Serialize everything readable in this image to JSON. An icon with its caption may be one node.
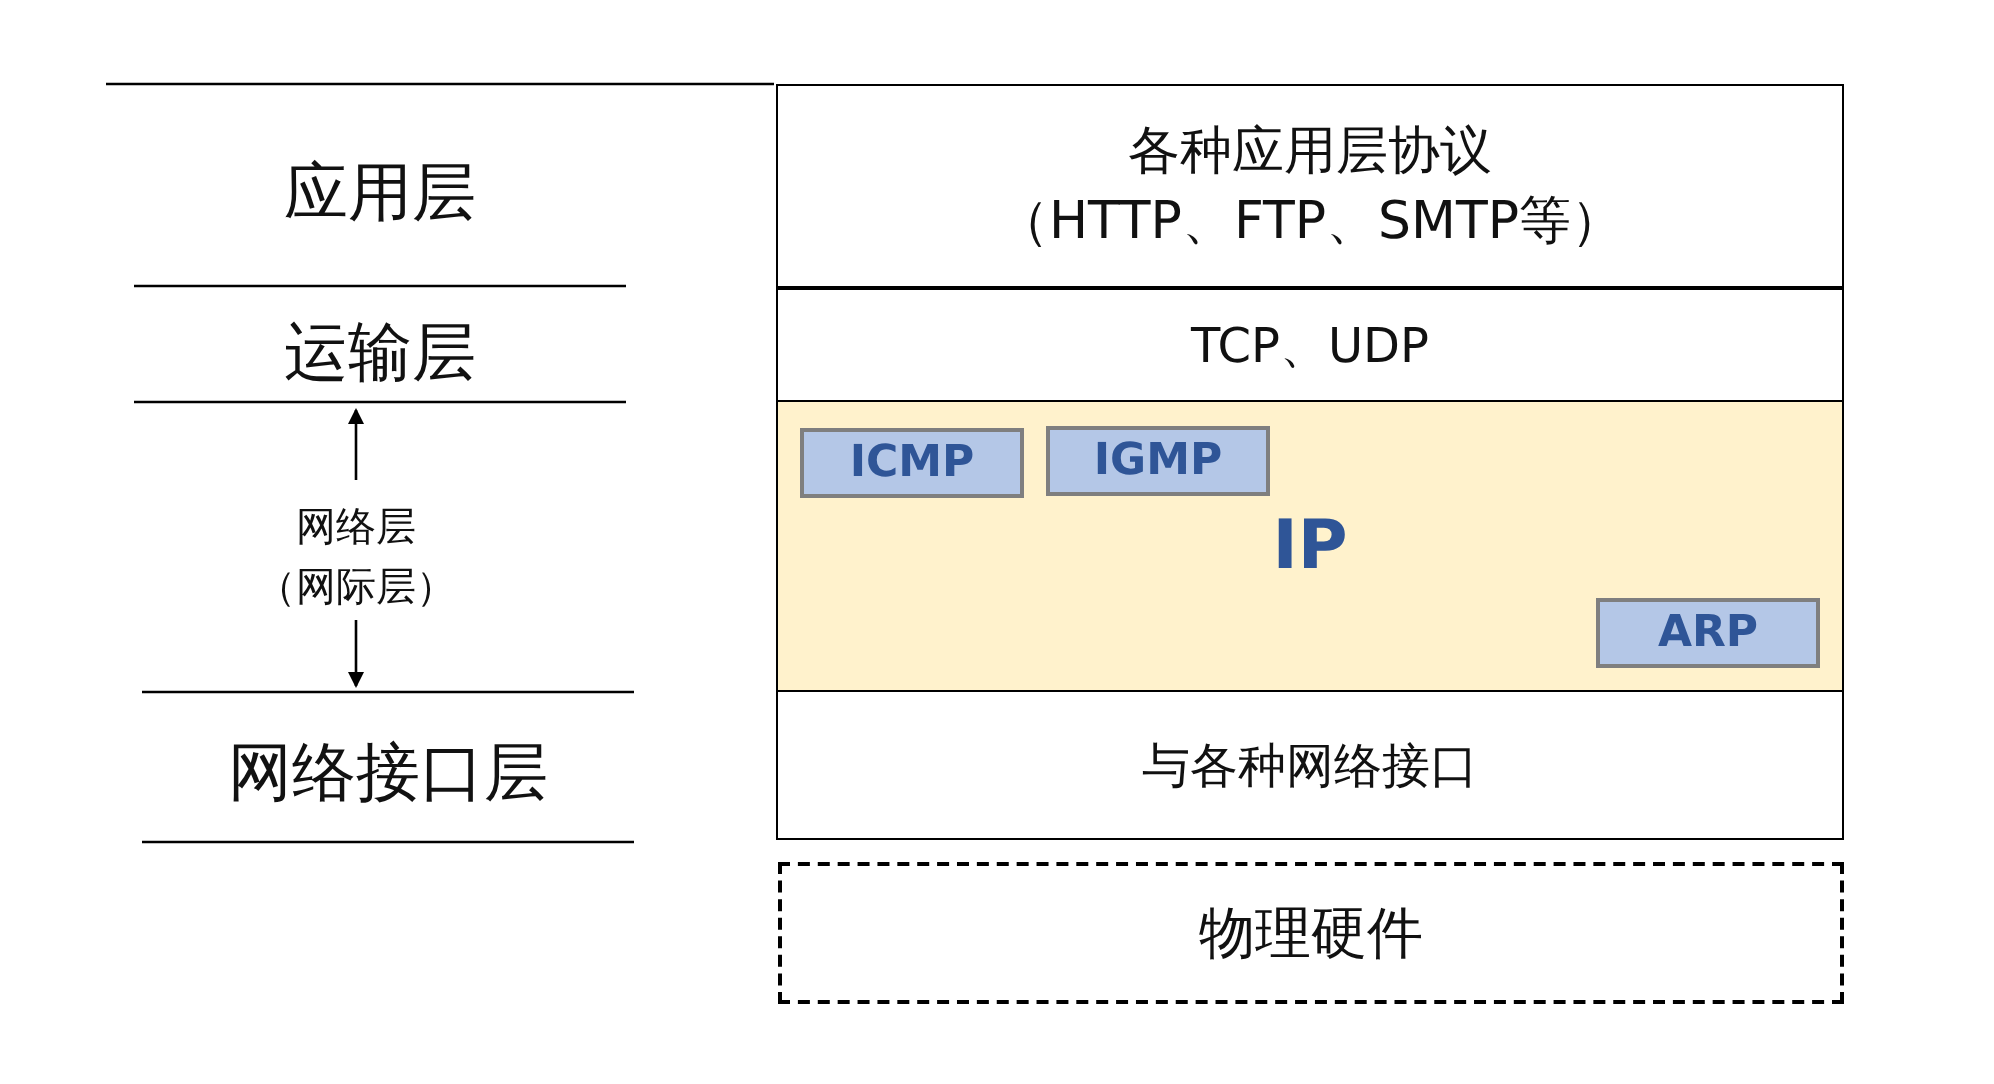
{
  "diagram": {
    "nodes": [
      {
        "text": [
          "各种应用层协议",
          "（HTTP、FTP、SMTP等）"
        ]
      },
      {
        "text": [
          "TCP、UDP"
        ]
      },
      {
        "text": [
          "IP"
        ]
      },
      {
        "text": [
          "ICMP"
        ],
        "in": 2
      },
      {
        "text": [
          "IGMP"
        ],
        "in": 2
      },
      {
        "text": [
          "ARP"
        ],
        "in": 2
      },
      {
        "text": [
          "与各种网络接口"
        ]
      },
      {
        "text": [
          "物理硬件"
        ]
      }
    ],
    "edges": [],
    "labels": [
      "应用层",
      "运输层",
      "网络层（网际层）",
      "网络接口层"
    ]
  }
}
